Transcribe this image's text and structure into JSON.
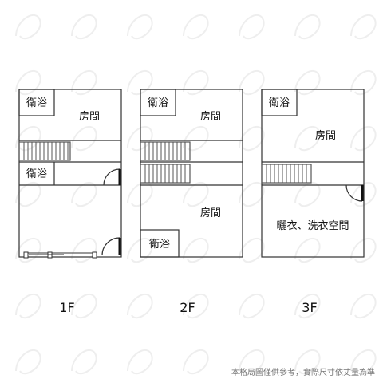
{
  "floors": [
    {
      "label": "1F",
      "rooms": [
        {
          "name": "衛浴"
        },
        {
          "name": "房間"
        },
        {
          "name": "衛浴"
        }
      ]
    },
    {
      "label": "2F",
      "rooms": [
        {
          "name": "衛浴"
        },
        {
          "name": "房間"
        },
        {
          "name": "房間"
        },
        {
          "name": "衛浴"
        }
      ]
    },
    {
      "label": "3F",
      "rooms": [
        {
          "name": "衛浴"
        },
        {
          "name": "房間"
        },
        {
          "name": "曬衣、洗衣空間"
        }
      ]
    }
  ],
  "footnote": "本格局圖僅供參考，實際尺寸依丈量為準",
  "colors": {
    "line": "#333333",
    "stair": "#555555",
    "watermark": "#eeeeee"
  }
}
